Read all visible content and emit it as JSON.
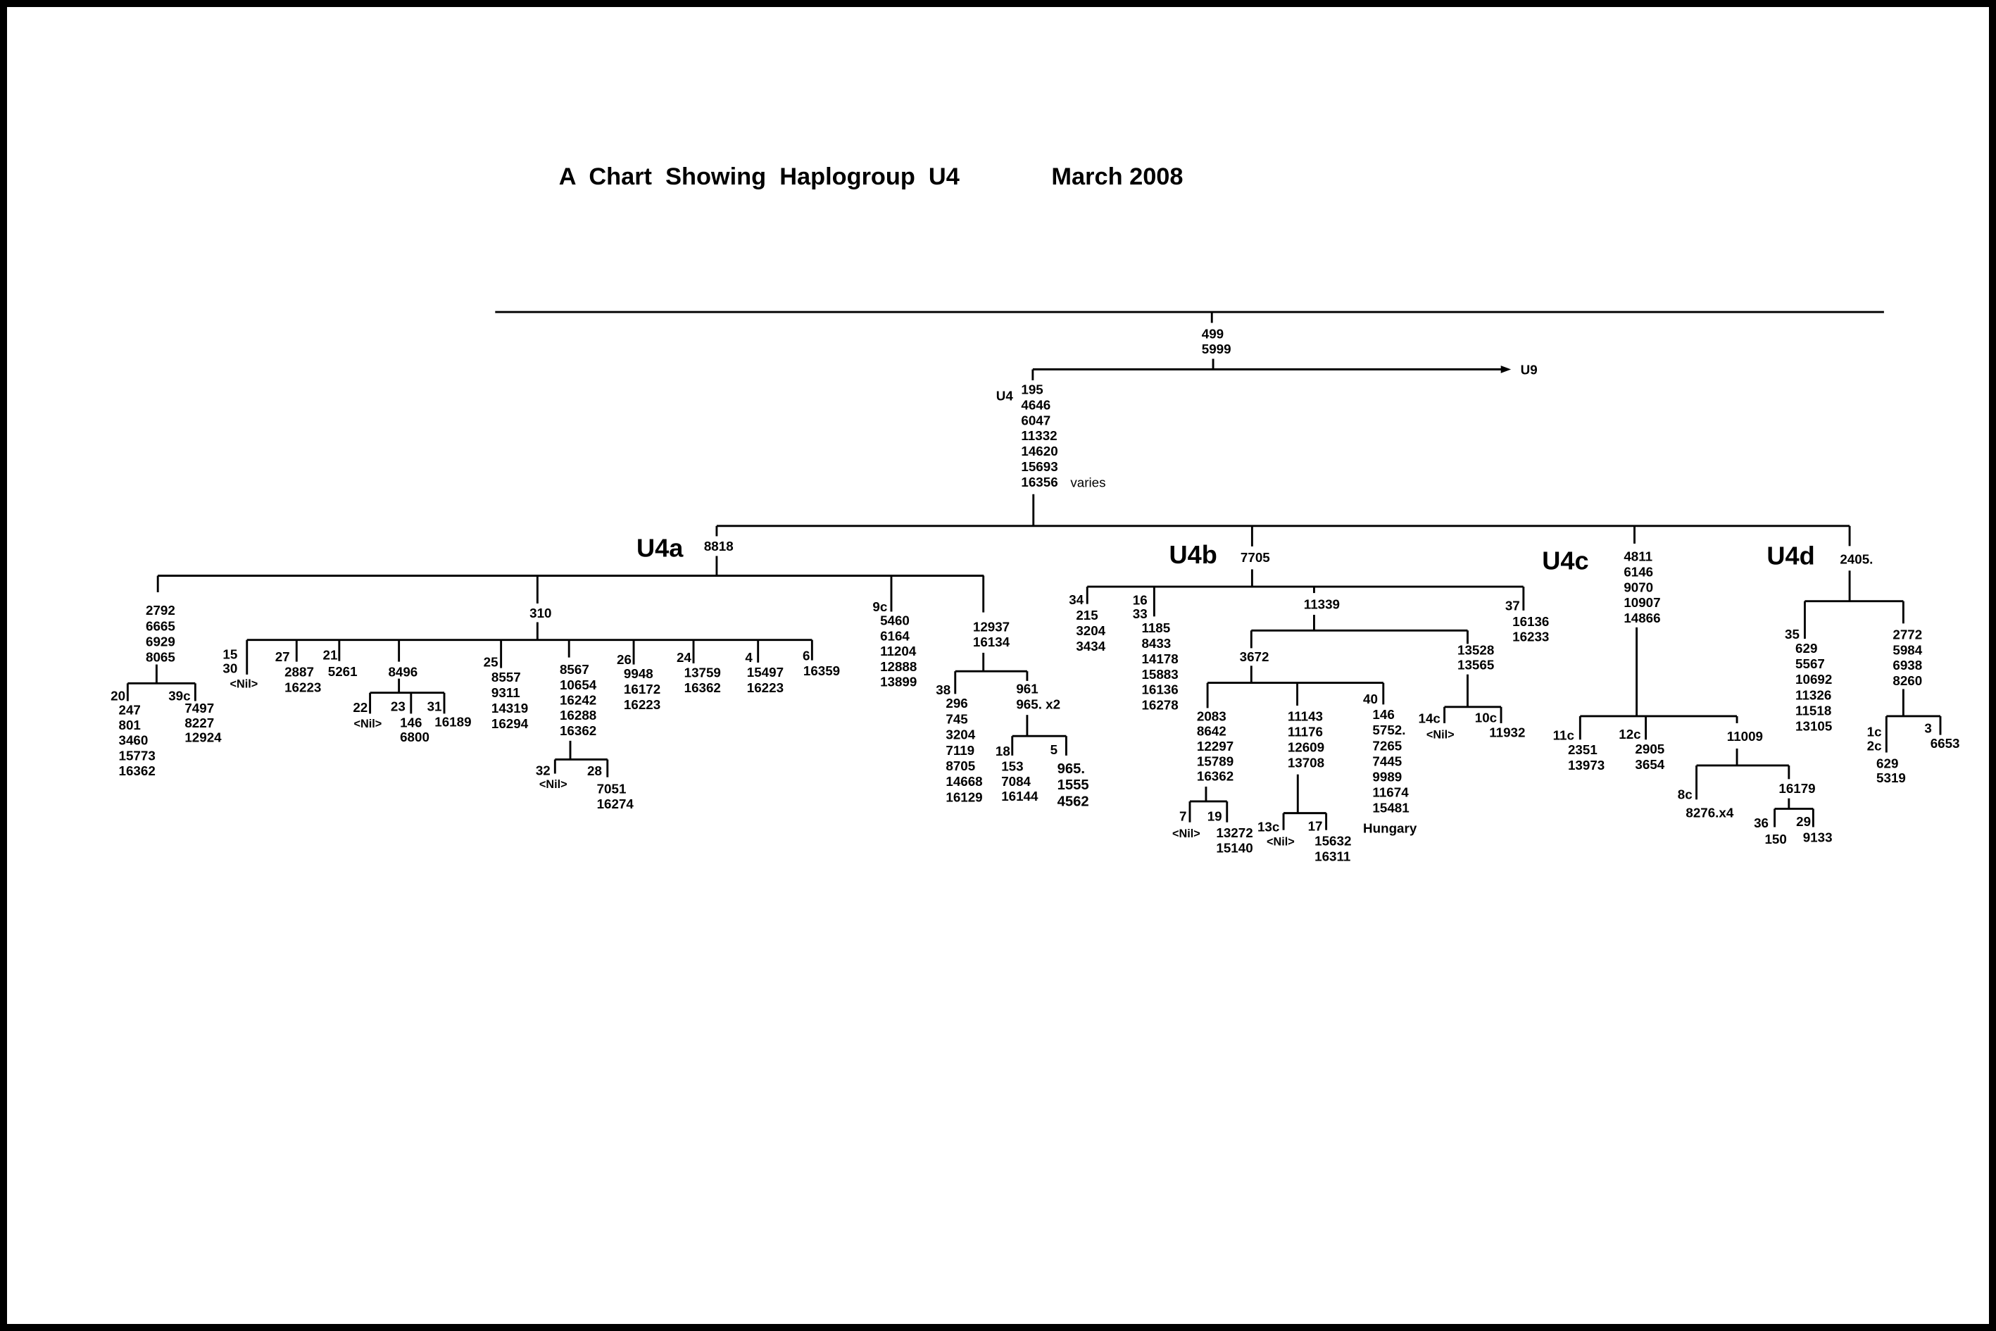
{
  "title": {
    "text": "A  Chart  Showing  Haplogroup  U4",
    "date": "March 2008"
  },
  "nodes": {
    "root": {
      "lines": [
        "499",
        "5999"
      ]
    },
    "u9": {
      "lines": [
        "U9"
      ]
    },
    "u4label": {
      "lines": [
        "U4"
      ]
    },
    "u4": {
      "lines": [
        "195",
        "4646",
        "6047",
        "11332",
        "14620",
        "15693",
        "16356"
      ]
    },
    "varies": {
      "lines": [
        "varies"
      ]
    },
    "U4a": {
      "lines": [
        "U4a"
      ]
    },
    "m8818": {
      "lines": [
        "8818"
      ]
    },
    "n2792": {
      "lines": [
        "2792",
        "6665",
        "6929",
        "8065"
      ]
    },
    "s20": {
      "lines": [
        "20"
      ]
    },
    "n20": {
      "lines": [
        "247",
        "801",
        "3460",
        "15773",
        "16362"
      ]
    },
    "s39c": {
      "lines": [
        "39c"
      ]
    },
    "n39c": {
      "lines": [
        "7497",
        "8227",
        "12924"
      ]
    },
    "n310": {
      "lines": [
        "310"
      ]
    },
    "s15": {
      "lines": [
        "15",
        "30"
      ]
    },
    "nil15": {
      "lines": [
        "<Nil>"
      ]
    },
    "s27": {
      "lines": [
        "27"
      ]
    },
    "n27": {
      "lines": [
        "2887",
        "16223"
      ]
    },
    "s21": {
      "lines": [
        "21"
      ]
    },
    "n21": {
      "lines": [
        "5261"
      ]
    },
    "n8496": {
      "lines": [
        "8496"
      ]
    },
    "s22": {
      "lines": [
        "22"
      ]
    },
    "nil22": {
      "lines": [
        "<Nil>"
      ]
    },
    "s23": {
      "lines": [
        "23"
      ]
    },
    "n23": {
      "lines": [
        "146",
        "6800"
      ]
    },
    "s31": {
      "lines": [
        "31"
      ]
    },
    "n31": {
      "lines": [
        "16189"
      ]
    },
    "s25": {
      "lines": [
        "25"
      ]
    },
    "n25": {
      "lines": [
        "8557",
        "9311",
        "14319",
        "16294"
      ]
    },
    "n8567": {
      "lines": [
        "8567",
        "10654",
        "16242",
        "16288",
        "16362"
      ]
    },
    "s32": {
      "lines": [
        "32"
      ]
    },
    "nil32": {
      "lines": [
        "<Nil>"
      ]
    },
    "s28": {
      "lines": [
        "28"
      ]
    },
    "n28": {
      "lines": [
        "7051",
        "16274"
      ]
    },
    "s26": {
      "lines": [
        "26"
      ]
    },
    "n26": {
      "lines": [
        "9948",
        "16172",
        "16223"
      ]
    },
    "s24": {
      "lines": [
        "24"
      ]
    },
    "n24": {
      "lines": [
        "13759",
        "16362"
      ]
    },
    "s4": {
      "lines": [
        "4"
      ]
    },
    "n4": {
      "lines": [
        "15497",
        "16223"
      ]
    },
    "s6": {
      "lines": [
        "6"
      ]
    },
    "n6": {
      "lines": [
        "16359"
      ]
    },
    "s9c": {
      "lines": [
        "9c"
      ]
    },
    "n9c": {
      "lines": [
        "5460",
        "6164",
        "11204",
        "12888",
        "13899"
      ]
    },
    "n12937": {
      "lines": [
        "12937",
        "16134"
      ]
    },
    "s38": {
      "lines": [
        "38"
      ]
    },
    "n38": {
      "lines": [
        "296",
        "745",
        "3204",
        "7119",
        "8705",
        "14668",
        "16129"
      ]
    },
    "n961": {
      "lines": [
        "961",
        "965. x2"
      ]
    },
    "s18": {
      "lines": [
        "18"
      ]
    },
    "n18": {
      "lines": [
        "153",
        "7084",
        "16144"
      ]
    },
    "s5": {
      "lines": [
        "5"
      ]
    },
    "n5": {
      "lines": [
        "965.",
        "1555",
        "4562"
      ]
    },
    "U4b": {
      "lines": [
        "U4b"
      ]
    },
    "m7705": {
      "lines": [
        "7705"
      ]
    },
    "s34": {
      "lines": [
        "34"
      ]
    },
    "n34": {
      "lines": [
        "215",
        "3204",
        "3434"
      ]
    },
    "s16": {
      "lines": [
        "16",
        "33"
      ]
    },
    "n16": {
      "lines": [
        "1185",
        "8433",
        "14178",
        "15883",
        "16136",
        "16278"
      ]
    },
    "n11339": {
      "lines": [
        "11339"
      ]
    },
    "n3672": {
      "lines": [
        "3672"
      ]
    },
    "n2083": {
      "lines": [
        "2083",
        "8642",
        "12297",
        "15789",
        "16362"
      ]
    },
    "s7": {
      "lines": [
        "7"
      ]
    },
    "nil7": {
      "lines": [
        "<Nil>"
      ]
    },
    "s19": {
      "lines": [
        "19"
      ]
    },
    "n19": {
      "lines": [
        "13272",
        "15140"
      ]
    },
    "n11143": {
      "lines": [
        "11143",
        "11176",
        "12609",
        "13708"
      ]
    },
    "s13c": {
      "lines": [
        "13c"
      ]
    },
    "nil13c": {
      "lines": [
        "<Nil>"
      ]
    },
    "s17": {
      "lines": [
        "17"
      ]
    },
    "n17": {
      "lines": [
        "15632",
        "16311"
      ]
    },
    "s40": {
      "lines": [
        "40"
      ]
    },
    "n40": {
      "lines": [
        "146",
        "5752.",
        "7265",
        "7445",
        "9989",
        "11674",
        "15481"
      ]
    },
    "hungary": {
      "lines": [
        "Hungary"
      ]
    },
    "n13528": {
      "lines": [
        "13528",
        "13565"
      ]
    },
    "s14c": {
      "lines": [
        "14c"
      ]
    },
    "nil14c": {
      "lines": [
        "<Nil>"
      ]
    },
    "s10c": {
      "lines": [
        "10c"
      ]
    },
    "n10c": {
      "lines": [
        "11932"
      ]
    },
    "s37": {
      "lines": [
        "37"
      ]
    },
    "n37": {
      "lines": [
        "16136",
        "16233"
      ]
    },
    "U4c": {
      "lines": [
        "U4c"
      ]
    },
    "n4811": {
      "lines": [
        "4811",
        "6146",
        "9070",
        "10907",
        "14866"
      ]
    },
    "s11c": {
      "lines": [
        "11c"
      ]
    },
    "n11c": {
      "lines": [
        "2351",
        "13973"
      ]
    },
    "s12c": {
      "lines": [
        "12c"
      ]
    },
    "n12c": {
      "lines": [
        "2905",
        "3654"
      ]
    },
    "n11009": {
      "lines": [
        "11009"
      ]
    },
    "s8c": {
      "lines": [
        "8c"
      ]
    },
    "n8c": {
      "lines": [
        "8276.x4"
      ]
    },
    "n16179": {
      "lines": [
        "16179"
      ]
    },
    "s36": {
      "lines": [
        "36"
      ]
    },
    "n36": {
      "lines": [
        "150"
      ]
    },
    "s29": {
      "lines": [
        "29"
      ]
    },
    "n29": {
      "lines": [
        "9133"
      ]
    },
    "U4d": {
      "lines": [
        "U4d"
      ]
    },
    "m2405": {
      "lines": [
        "2405."
      ]
    },
    "s35": {
      "lines": [
        "35"
      ]
    },
    "n35": {
      "lines": [
        "629",
        "5567",
        "10692",
        "11326",
        "11518",
        "13105"
      ]
    },
    "n2772": {
      "lines": [
        "2772",
        "5984",
        "6938",
        "8260"
      ]
    },
    "s1c": {
      "lines": [
        "1c",
        "2c"
      ]
    },
    "n1c": {
      "lines": [
        "629",
        "5319"
      ]
    },
    "s3": {
      "lines": [
        "3"
      ]
    },
    "n3": {
      "lines": [
        "6653"
      ]
    }
  }
}
